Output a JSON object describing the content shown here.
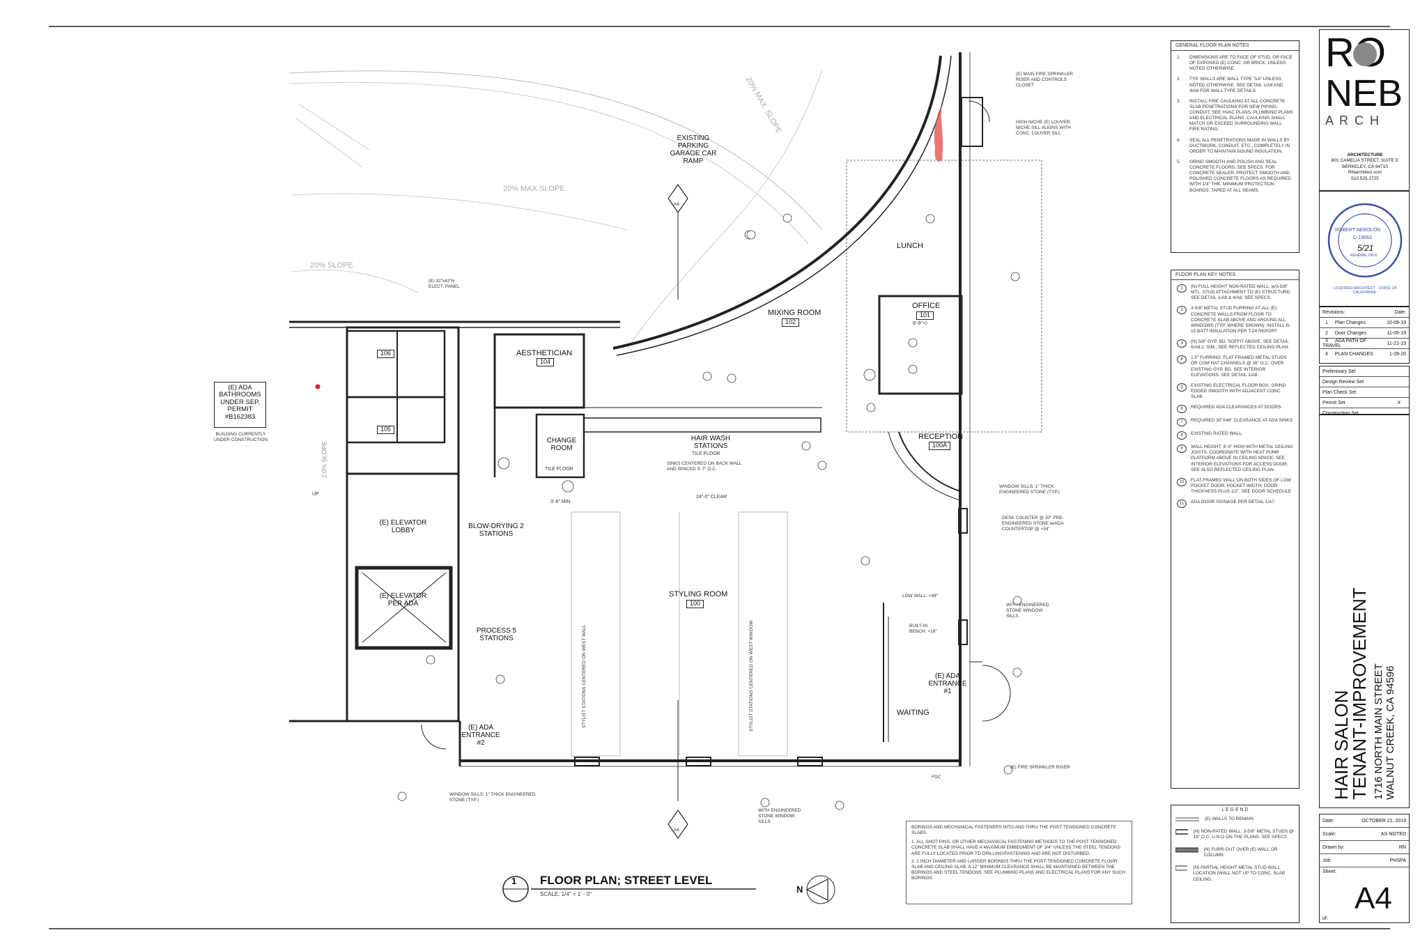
{
  "title": {
    "number": "1",
    "main": "FLOOR PLAN; STREET LEVEL",
    "scale": "SCALE: 1/4\" = 1' - 0\"",
    "north": "N"
  },
  "rooms": [
    {
      "id": "lunch",
      "name": "LUNCH"
    },
    {
      "id": "office",
      "name": "OFFICE",
      "number": "101",
      "dim": "8'-9\"+/-"
    },
    {
      "id": "mixing",
      "name": "MIXING ROOM",
      "number": "102"
    },
    {
      "id": "aesthetician",
      "name": "AESTHETICIAN",
      "number": "104"
    },
    {
      "id": "r106",
      "number": "106"
    },
    {
      "id": "r105",
      "number": "105"
    },
    {
      "id": "change",
      "name": "CHANGE ROOM"
    },
    {
      "id": "hairwash",
      "name": "HAIR WASH STATIONS",
      "sub": "TILE FLOOR"
    },
    {
      "id": "reception",
      "name": "RECEPTION",
      "number": "100A"
    },
    {
      "id": "elevlobby",
      "name": "(E) ELEVATOR LOBBY"
    },
    {
      "id": "blowdry",
      "name": "BLOW-DRYING 2 STATIONS"
    },
    {
      "id": "elevator",
      "name": "(E) ELEVATOR PER ADA"
    },
    {
      "id": "process",
      "name": "PROCESS 5 STATIONS"
    },
    {
      "id": "styling",
      "name": "STYLING ROOM",
      "number": "100"
    },
    {
      "id": "waiting",
      "name": "WAITING"
    },
    {
      "id": "entrance1",
      "name": "(E) ADA ENTRANCE #1"
    },
    {
      "id": "entrance2",
      "name": "(E) ADA ENTRANCE #2"
    },
    {
      "id": "ramp",
      "name": "EXISTING PARKING GARAGE CAR RAMP"
    }
  ],
  "ada_bathrooms": {
    "text": "(E) ADA BATHROOMS UNDER SEP. PERMIT #B162383",
    "note": "BUILDING CURRENTLY UNDER CONSTRUCTION"
  },
  "plan_notes": {
    "slope1": "20% MAX SLOPE",
    "slope2": "20% MAX. SLOPE",
    "slope3": "20% SLOPE",
    "slope4": "2.0% SLOPE",
    "up": "UP",
    "tile_floor": "TILE FLOOR",
    "sinks": "SINKS CENTERED ON BACK WALL AND SPACED 3'-7\" O.C.",
    "clear": "24\"-0\" CLEAR",
    "min": "3'-6\" MIN",
    "elect_panel": "(E) 32\"x42\"H ELECT. PANEL",
    "window_sills_left": "WINDOW SILLS: 1\" THICK ENGINEERED STONE (TYP.)",
    "window_sills_right": "WINDOW SILLS: 1\" THICK ENGINEERED STONE (TYP.)",
    "desk_counter": "DESK COUNTER @ 30\" PRE-ENGINEERED STONE w/ADA COUNTERTOP @ +34\"",
    "low_wall": "LOW WALL: +48\"",
    "bench": "BUILT-IN BENCH: +18\"",
    "stone_sills": "WITH ENGINEERED STONE WINDOW SILLS",
    "stone_sills2": "WITH ENGINEERED STONE WINDOW SILLS",
    "sprinkler_riser": "(E) FIRE SPRINKLER RISER",
    "main_sprinkler": "(E) MAIN FIRE SPRINKLER RISER AND CONTROLS CLOSET",
    "high_niche": "HIGH NICHE (E) LOUVER; NICHE SILL ALIGNS WITH CONC. LOUVER SILL",
    "stylist_west": "STYLIST STATIONS CENTERED ON WEST WALL",
    "stylist_east": "STYLIST STATIONS CENTERED ON WEST WINDOW",
    "typ": "TYP.",
    "fdc": "FDC",
    "sheet_ref_top": "A6",
    "sheet_ref_bot": "A6",
    "borings_title": "BORINGS AND MECHANICAL FASTENERS INTO AND THRU THE POST-TENSIONED CONCRETE SLABS",
    "borings_1": "1.  ALL SHOT PINS, OR OTHER MECHANICAL FASTENING METHODS TO THE POST-TENSIONED CONCRETE SLAB SHALL HAVE A MAXIMUM EMBEDMENT OF 3/4\" UNLESS THE STEEL TENDONS ARE FULLY LOCATED PRIOR TO DRILLING/FASTENING AND ARE NOT DISTURBED.",
    "borings_2": "2.  2 INCH DIAMETER AND LARGER BORINGS THRU THE POST-TENSIONED CONCRETE FLOOR SLAB AND CEILING SLAB: A 12\" MINIMUM CLEARANCE SHALL BE MAINTAINED BETWEEN THE BORINGS AND STEEL TENDONS. SEE PLUMBING PLANS AND ELECTRICAL PLANS FOR ANY SUCH BORINGS"
  },
  "general_notes": {
    "title": "GENERAL FLOOR PLAN NOTES",
    "items": [
      {
        "n": "1.",
        "text": "DIMENSIONS ARE TO FACE OF STUD, OR FACE OF EXPOSED (E) CONC. OR BRICK, UNLESS NOTED OTHERWISE."
      },
      {
        "n": "2.",
        "text": "TYP. WALLS ARE WALL TYPE \"1A\" UNLESS NOTED OTHERWISE. SEE DETAIL 1/A8 AND 4/A8 FOR WALL TYPE DETAILS."
      },
      {
        "n": "3.",
        "text": "INSTALL FIRE CAULKING AT ALL CONCRETE SLAB PENETRATIONS FOR NEW PIPING, CONDUIT. SEE HVAC PLANS, PLUMBING PLANS AND ELECTRICAL PLANS. CAULKING SHALL MATCH OR EXCEED SURROUNDING WALL FIRE RATING."
      },
      {
        "n": "4.",
        "text": "SEAL ALL PENETRATIONS MADE IN WALLS BY DUCTWORK, CONDUIT, ETC., COMPLETELY IN ORDER TO MAINTAIN SOUND INSULATION."
      },
      {
        "n": "5.",
        "text": "GRIND SMOOTH AND POLISH AND SEAL CONCRETE FLOORS. SEE SPECS. FOR CONCRETE SEALER. PROTECT SMOOTH AND POLISHED CONCRETE FLOORS AS REQUIRED WITH 1/4\" THK. MINIMUM PROTECTION BOARDS, TAPED AT ALL SEAMS."
      }
    ]
  },
  "key_notes": {
    "title": "FLOOR PLAN KEY NOTES",
    "items": [
      {
        "n": "1",
        "text": "(N) FULL HEIGHT NON-RATED WALL; w/3-5/8\" MTL. STUD ATTACHMENT TO (E) STRUCTURE; SEE DETAIL 1/A8 & 4/A8, SEE SPECS."
      },
      {
        "n": "2",
        "text": "3-5/8\" METAL STUD FURRING AT ALL (E) CONCRETE WALLS FROM FLOOR TO CONCRETE SLAB ABOVE AND AROUND ALL WINDOWS (TYP. WHERE SHOWN); INSTALL R-15 BATT INSULATION PER T-24 REPORT"
      },
      {
        "n": "3",
        "text": "(N) 5/8\" GYP. BD. SOFFIT ABOVE, SEE DETAIL 6/A8.2, SIM.; SEE REFLECTED CEILING PLAN."
      },
      {
        "n": "4",
        "text": "1.5\" FURRING: FLAT-FRAMED METAL STUDS OR CGM HAT CHANNELS @ 16\" O.C. OVER EXISTING GYP. BD. SEE INTERIOR ELEVATIONS. SEE DETAIL 1/A8."
      },
      {
        "n": "5",
        "text": "EXISTING ELECTRICAL FLOOR BOX. GRIND EDGED SMOOTH WITH ADJACENT CONC. SLAB"
      },
      {
        "n": "6",
        "text": "REQUIRED ADA CLEARANCES AT DOORS."
      },
      {
        "n": "7",
        "text": "REQUIRED 30\"X48\" CLEARANCE AT ADA SINKS"
      },
      {
        "n": "8",
        "text": "EXISTING RATED WALL."
      },
      {
        "n": "9",
        "text": "WALL HEIGHT: 8'-0\" HIGH WITH METAL CEILING JOISTS; COORDINATE WITH HEAT PUMP PLATFORM ABOVE IN CEILING SPACE. SEE INTERIOR ELEVATIONS FOR ACCESS DOOR; SEE ALSO REFLECTED CEILING PLAN."
      },
      {
        "n": "10",
        "text": "FLAT-FRAMED WALL ON BOTH SIDES OF LOW POCKET DOOR; POCKET WIDTH; DOOR THICKNESS PLUS 1/2\". SEE DOOR SCHEDULE"
      },
      {
        "n": "11",
        "text": "ADA DOOR SIGNAGE PER DETAIL 1/A7."
      }
    ]
  },
  "legend": {
    "title": "L E G E N D",
    "items": [
      {
        "text": "(E) WALLS TO REMAIN"
      },
      {
        "text": "(N) NON-RATED WALL: 3-5/8\" METAL STUDS @ 16\" O.C. U.N.O ON THE PLANS; SEE SPECS"
      },
      {
        "text": "(N) FURR-OUT OVER (E) WALL OR COLUMN"
      },
      {
        "text": "(N) PARTIAL HEIGHT METAL STUD WALL LOCATION (WALL NOT UP TO CONC. SLAB CEILING."
      }
    ]
  },
  "firm": {
    "logo_r": "R",
    "logo_o": "O",
    "logo_neb": "NEB",
    "logo_arch": "A R C H",
    "line1": "ARCHITECTURE",
    "line2": "801 CAMELIA STREET, SUITE E",
    "line3": "BERKELEY, CA 94710",
    "line4": "RNarchitect.com",
    "line5": "510.525.2725"
  },
  "stamp": {
    "ring": "LICENSED ARCHITECT · STATE OF CALIFORNIA ·",
    "name": "ROBERT NEBOLON",
    "number": "C-19063",
    "renewal": "RENEWAL DATE",
    "date": "5/21"
  },
  "revisions": {
    "head": "Revisions:",
    "date_head": "Date:",
    "rows": [
      {
        "n": "1",
        "label": "Plan Changes",
        "date": "10-09-19"
      },
      {
        "n": "2",
        "label": "Door Changes",
        "date": "11-05-19"
      },
      {
        "n": "3",
        "label": "ADA PATH OF TRAVEL",
        "date": "11-21-19"
      },
      {
        "n": "4",
        "label": "PLAN CHANGES",
        "date": "1-28-20"
      }
    ]
  },
  "sets": [
    {
      "label": "Preliminary Set",
      "mark": ""
    },
    {
      "label": "Design Review Set",
      "mark": ""
    },
    {
      "label": "Plan Check Set",
      "mark": ""
    },
    {
      "label": "Permit Set",
      "mark": "X"
    },
    {
      "label": "Construction Set",
      "mark": ""
    }
  ],
  "project": {
    "line1": "HAIR SALON",
    "line2": "TENANT-IMPROVEMENT",
    "line3": "1716 NORTH MAIN STREET",
    "line4": "WALNUT CREEK, CA   94596"
  },
  "meta": {
    "date_label": "Date:",
    "date": "OCTOBER  21, 2019",
    "scale_label": "Scale:",
    "scale": "AS-NOTED",
    "drawn_label": "Drawn by:",
    "drawn": "RN",
    "job_label": "Job:",
    "job": "PHSPA",
    "sheet_label": "Sheet:",
    "sheet": "A4",
    "of_label": "of:"
  }
}
